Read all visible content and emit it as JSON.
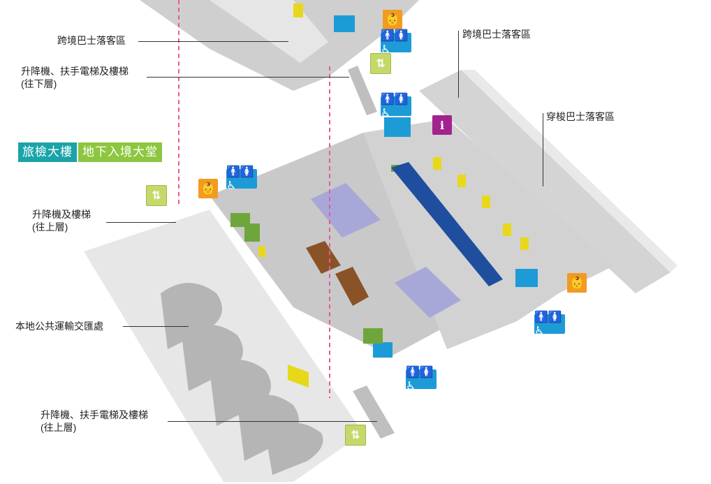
{
  "title": {
    "building": "旅檢大樓",
    "hall": "地下入境大堂"
  },
  "labels": {
    "bus_dropoff_left": "跨境巴士落客區",
    "lift_escalator_down": "升降機、扶手電梯及樓梯",
    "lift_escalator_down_sub": "(往下層)",
    "bus_dropoff_right": "跨境巴士落客區",
    "shuttle_dropoff": "穿梭巴士落客區",
    "lift_stairs_up": "升降機及樓梯",
    "lift_stairs_up_sub": "(往上層)",
    "public_transport": "本地公共運輸交匯處",
    "lift_escalator_up": "升降機、扶手電梯及樓梯",
    "lift_escalator_up_sub": "(往上層)"
  },
  "icons": {
    "toilet": "toilet-accessible-icon",
    "baby": "baby-care-icon",
    "info": "information-icon",
    "lift": "lift-icon"
  },
  "sign_text": {
    "wc": "🚹🚺♿",
    "baby": "👶",
    "info": "i",
    "lift": "⇅"
  },
  "colors": {
    "title_teal": "#1aa3a9",
    "title_green": "#8dc63f",
    "toilet_blue": "#1d9bd7",
    "baby_orange": "#f29b1e",
    "info_purple": "#a3238e",
    "lift_green": "#c4d96a",
    "route_pink": "#e8579a",
    "counter_yellow": "#e8d81c",
    "shop_brown": "#8a5327",
    "zone_lavender": "#a8a8d8",
    "floor_gray": "#c9c9c9"
  }
}
